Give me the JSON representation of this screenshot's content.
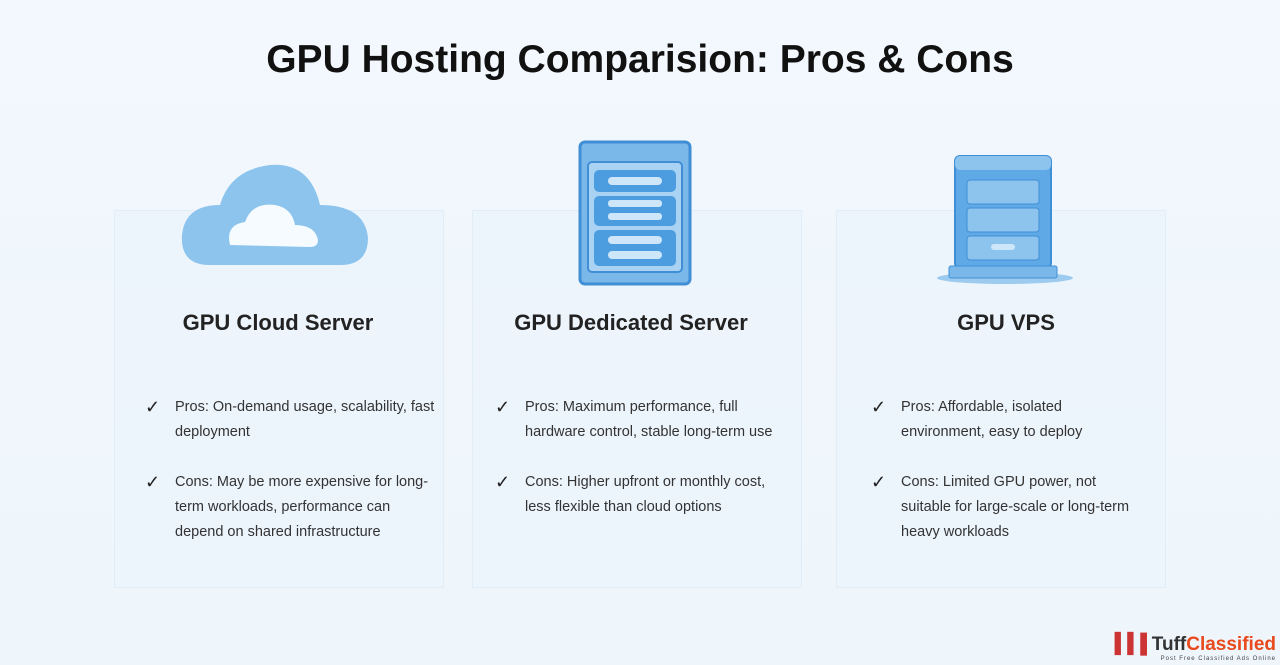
{
  "title": "GPU Hosting Comparision:  Pros & Cons",
  "cards": [
    {
      "name": "GPU Cloud Server",
      "pros": "Pros: On-demand usage, scalability, fast deployment",
      "cons": "Cons: May be more expensive for long-term workloads, performance can depend on shared infrastructure"
    },
    {
      "name": "GPU Dedicated Server",
      "pros": "Pros: Maximum performance, full hardware control, stable long-term use",
      "cons": "Cons: Higher upfront or monthly cost, less flexible than cloud options"
    },
    {
      "name": "GPU VPS",
      "pros": "Pros: Affordable, isolated environment, easy to deploy",
      "cons": "Cons: Limited GPU power, not suitable for large-scale or long-term heavy workloads"
    }
  ],
  "check": "✓",
  "logo": {
    "a": "Tuff",
    "b": "Classified",
    "tagline": "Post Free Classified Ads Online"
  }
}
